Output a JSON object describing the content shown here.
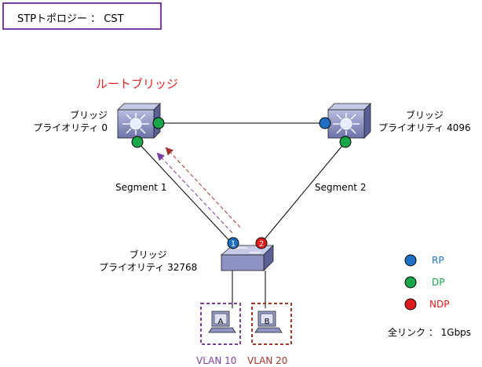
{
  "title": "STPトポロジー ： CST",
  "root_label": "ルートブリッジ",
  "bridges": {
    "left": {
      "line1": "ブリッジ",
      "line2": "プライオリティ 0"
    },
    "right": {
      "line1": "ブリッジ",
      "line2": "プライオリティ 4096"
    },
    "bottom": {
      "line1": "ブリッジ",
      "line2": "プライオリティ 32768"
    }
  },
  "segments": {
    "s1": "Segment 1",
    "s2": "Segment 2"
  },
  "ports": {
    "p1": "1",
    "p2": "2"
  },
  "hosts": {
    "a": "A",
    "b": "B"
  },
  "vlans": {
    "v10": "VLAN 10",
    "v20": "VLAN 20"
  },
  "legend": {
    "rp": "RP",
    "dp": "DP",
    "ndp": "NDP",
    "link": "全リンク ： 1Gbps"
  },
  "colors": {
    "rp": "#1f6fc4",
    "dp": "#1aa64b",
    "ndp": "#e01b1b",
    "root": "#e52424",
    "vlan10": "#7a3f9e",
    "vlan20": "#a0362c",
    "switch": "#8e93c4"
  }
}
